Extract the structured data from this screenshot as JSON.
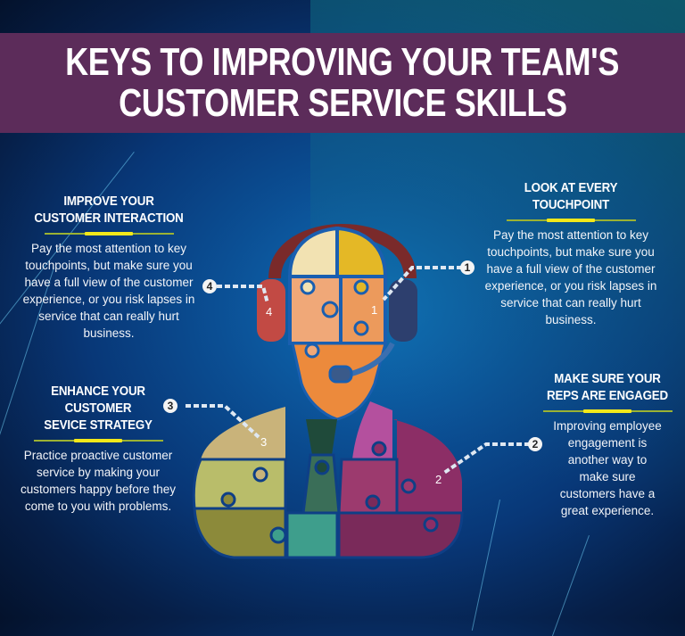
{
  "title": {
    "line1": "KEYS TO IMPROVING YOUR TEAM'S",
    "line2": "CUSTOMER SERVICE SKILLS",
    "bar_color": "#5c2c5a"
  },
  "tips": [
    {
      "number": "1",
      "heading_line1": "LOOK AT EVERY",
      "heading_line2": "TOUCHPOINT",
      "body": "Pay the most attention to key touchpoints, but make sure you have a full view of the customer experience, or you risk lapses in service that can really hurt business.",
      "figure_label": "1"
    },
    {
      "number": "2",
      "heading_line1": "MAKE SURE YOUR",
      "heading_line2": "REPS ARE ENGAGED",
      "body": "Improving employee engagement is another way to make sure customers have a great experience.",
      "figure_label": "2"
    },
    {
      "number": "3",
      "heading_line1": "ENHANCE YOUR",
      "heading_line2": "CUSTOMER",
      "heading_line3": "SEVICE STRATEGY",
      "body": "Practice proactive customer service by making your customers happy before they come to you with problems.",
      "figure_label": "3"
    },
    {
      "number": "4",
      "heading_line1": "IMPROVE YOUR",
      "heading_line2": "CUSTOMER INTERACTION",
      "body": "Pay the most attention to key touchpoints, but make sure you have a full view of the customer experience, or you risk lapses in service that can really hurt business.",
      "figure_label": "4"
    }
  ],
  "colors": {
    "divider_line": "#9bb233",
    "divider_accent": "#f3e81a",
    "headset_band": "#7a2a2a",
    "puzzle_cream": "#f2e2b2",
    "puzzle_yellow": "#e4b826",
    "puzzle_peach": "#f0a878",
    "puzzle_orange": "#ec8a3c",
    "ear_left": "#c24a44",
    "ear_right": "#2d3f6e",
    "tan": "#c9b37a",
    "olive_light": "#b9bd6a",
    "olive_dark": "#8c8a3a",
    "tie_dark": "#1f4a3a",
    "tie_green": "#3a6e58",
    "teal": "#3e9e8c",
    "pink": "#b4509e",
    "magenta": "#8c2e66",
    "plum": "#7a2a5a"
  }
}
